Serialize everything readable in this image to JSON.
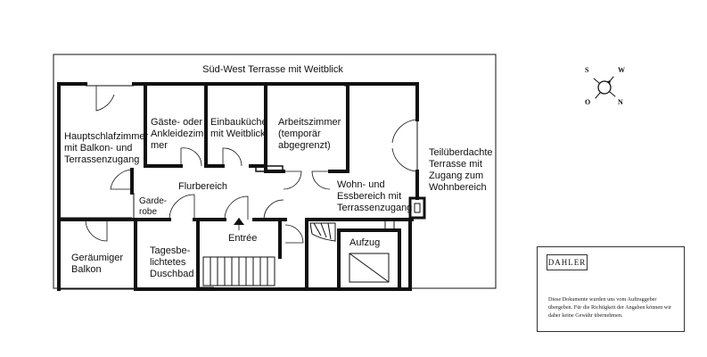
{
  "plan": {
    "terrace_top": "Süd-West Terrasse mit Weitblick",
    "rooms": {
      "haupt": [
        "Hauptschlafzimmer",
        "mit Balkon- und",
        "Terrassenzugang"
      ],
      "gaeste": [
        "Gäste- oder",
        "Ankleidezim-",
        "mer"
      ],
      "kueche": [
        "Einbauküche",
        "mit Weitblick"
      ],
      "arbeit": [
        "Arbeitszimmer",
        "(temporär",
        "abgegrenzt)"
      ],
      "terrasse_rechts": [
        "Teilüberdachte",
        "Terrasse mit",
        "Zugang zum",
        "Wohnbereich"
      ],
      "flur": "Flurbereich",
      "garderobe": [
        "Garde-",
        "robe"
      ],
      "wohnen": [
        "Wohn- und",
        "Essbereich mit",
        "Terrassenzugang"
      ],
      "balkon": [
        "Geräumiger",
        "Balkon"
      ],
      "bad": [
        "Tagesbe-",
        "lichtetes",
        "Duschbad"
      ],
      "entree": "Entrée",
      "aufzug": "Aufzug"
    }
  },
  "compass": {
    "n": "N",
    "o": "O",
    "s": "S",
    "w": "W"
  },
  "brand": {
    "logo": "DAHLER",
    "disclaimer": "Diese Dokumente wurden uns vom Auftraggeber übergeben. Für die Richtigkeit der Angaben können wir daher keine Gewähr übernehmen."
  }
}
